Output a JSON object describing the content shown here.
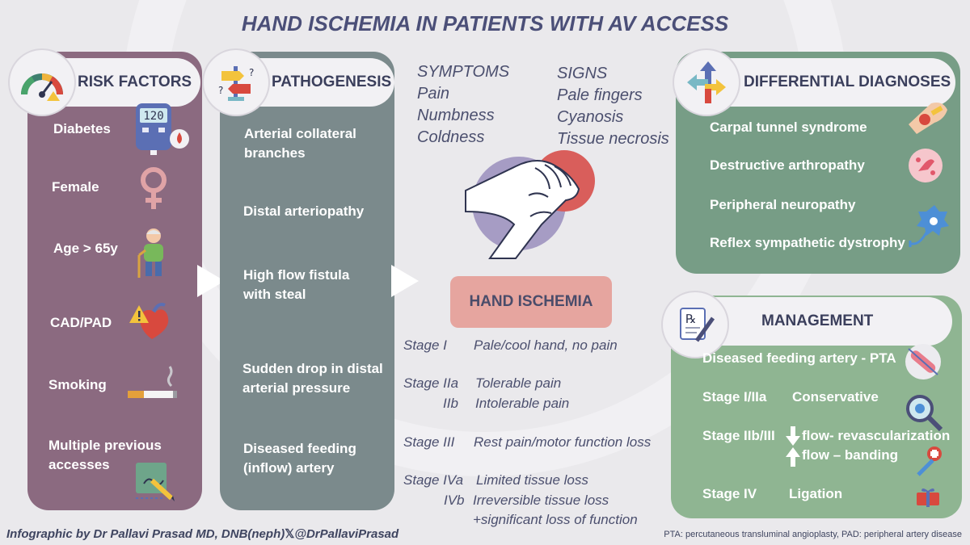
{
  "title": "HAND ISCHEMIA IN PATIENTS WITH AV ACCESS",
  "risk_factors": {
    "heading": "RISK FACTORS",
    "items": [
      "Diabetes",
      "Female",
      "Age > 65y",
      "CAD/PAD",
      "Smoking",
      "Multiple previous accesses"
    ],
    "glucometer_reading": "120"
  },
  "pathogenesis": {
    "heading": "PATHOGENESIS",
    "items": [
      "Arterial collateral branches",
      "Distal arteriopathy",
      "High flow fistula with steal",
      "Sudden drop in distal arterial pressure",
      "Diseased feeding (inflow) artery"
    ]
  },
  "symptoms": {
    "heading": "SYMPTOMS",
    "items": [
      "Pain",
      "Numbness",
      "Coldness"
    ]
  },
  "signs": {
    "heading": "SIGNS",
    "items": [
      "Pale fingers",
      "Cyanosis",
      "Tissue necrosis"
    ]
  },
  "hand_ischemia_label": "HAND ISCHEMIA",
  "stages": [
    {
      "stage": "Stage I",
      "desc": "Pale/cool hand, no pain"
    },
    {
      "stage": "Stage IIa",
      "desc": "Tolerable pain"
    },
    {
      "stage": "IIb",
      "desc": "Intolerable pain"
    },
    {
      "stage": "Stage III",
      "desc": "Rest pain/motor function loss"
    },
    {
      "stage": "Stage IVa",
      "desc": "Limited tissue loss"
    },
    {
      "stage": "IVb",
      "desc": "Irreversible tissue loss"
    },
    {
      "stage": "",
      "desc": "+significant loss of function"
    }
  ],
  "differential": {
    "heading": "DIFFERENTIAL DIAGNOSES",
    "items": [
      "Carpal tunnel syndrome",
      "Destructive arthropathy",
      "Peripheral neuropathy",
      "Reflex sympathetic dystrophy"
    ]
  },
  "management": {
    "heading": "MANAGEMENT",
    "feeding": "Diseased feeding artery - PTA",
    "rows": [
      {
        "stage": "Stage I/IIa",
        "action": "Conservative"
      },
      {
        "stage": "Stage IIb/III",
        "action": "flow- revascularization",
        "action2": "flow – banding"
      },
      {
        "stage": "Stage IV",
        "action": "Ligation"
      }
    ]
  },
  "footer": {
    "credit_prefix": "Infographic by Dr Pallavi Prasad MD, DNB(neph)",
    "handle": "@DrPallaviPrasad",
    "abbrev": "PTA: percutaneous  transluminal angioplasty, PAD: peripheral artery disease"
  },
  "colors": {
    "risk_panel": "#8b6a80",
    "pathogenesis_panel": "#7b8a8c",
    "differential_panel": "#779d86",
    "management_panel": "#8fb592",
    "hand_ischemia_box": "#e6a59f",
    "title": "#4b4f78"
  },
  "icons": [
    "gauge-icon",
    "signpost-icon",
    "glucometer-icon",
    "female-symbol-icon",
    "elderly-person-icon",
    "heart-warning-icon",
    "cigarette-icon",
    "document-pen-icon",
    "hand-ischemia-illustration",
    "arrows-direction-icon",
    "wrist-icon",
    "joint-icon",
    "neuron-icon",
    "prescription-icon",
    "balloon-catheter-icon",
    "magnifier-icon",
    "syringe-icon",
    "ligation-icon"
  ]
}
